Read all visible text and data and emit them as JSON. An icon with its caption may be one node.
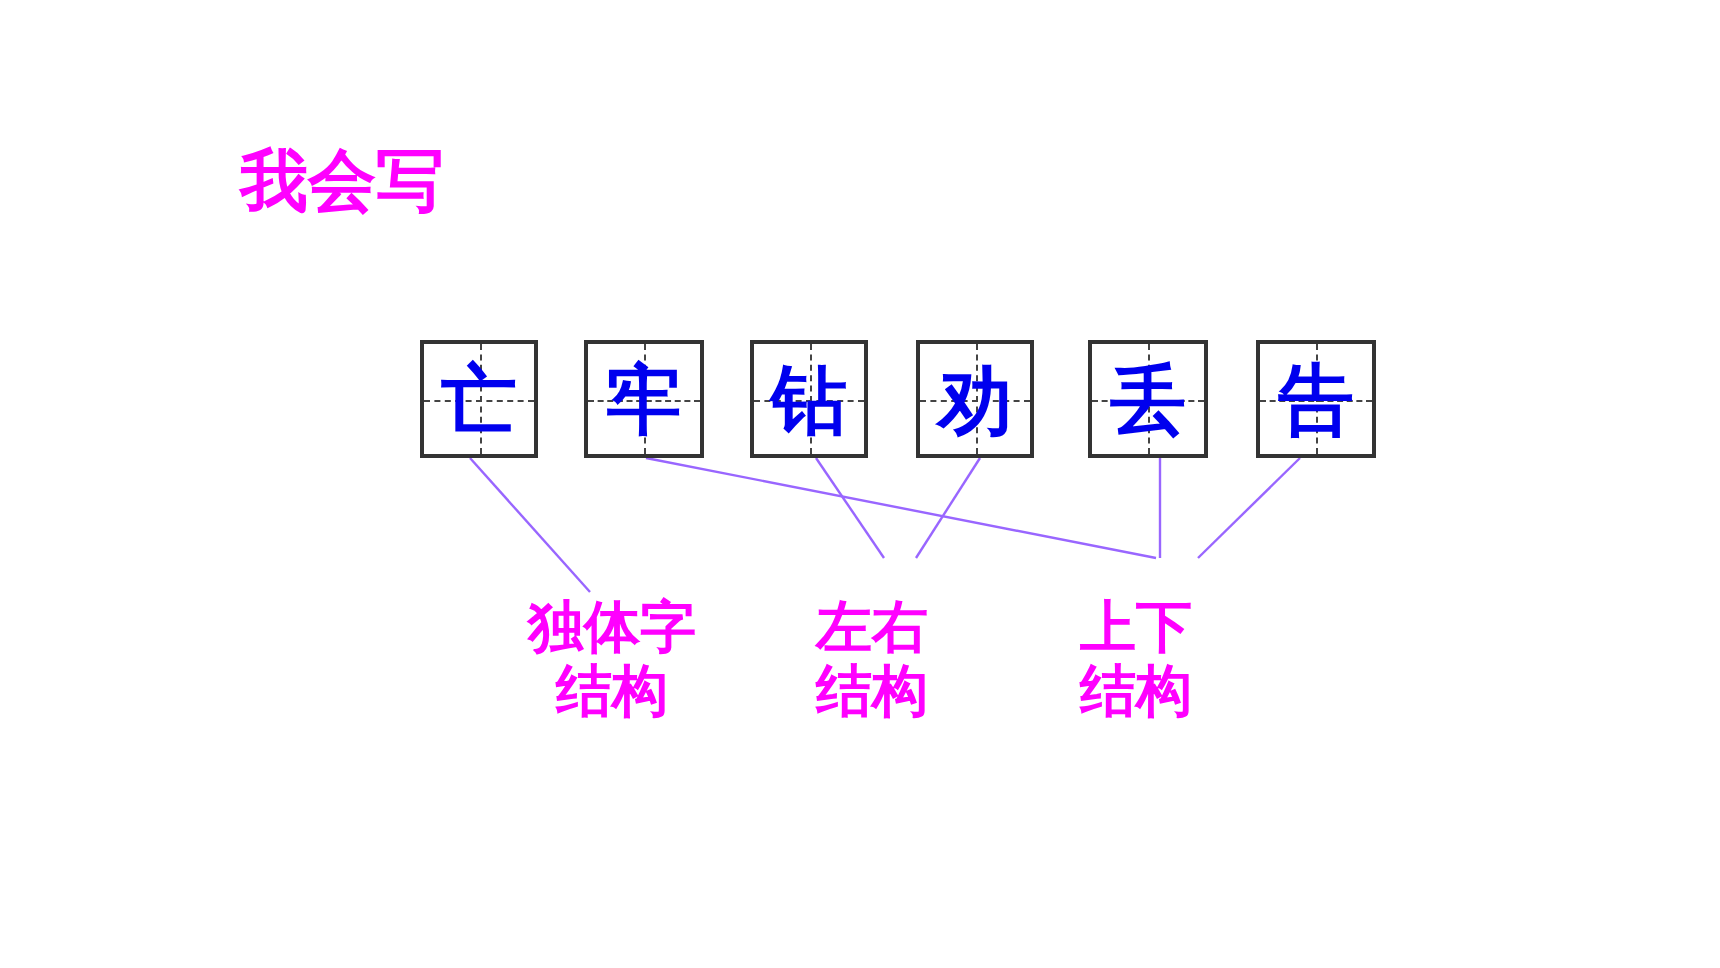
{
  "diagram": {
    "title": "我会写",
    "nodes": [
      {
        "text": [
          "亡"
        ]
      },
      {
        "text": [
          "牢"
        ]
      },
      {
        "text": [
          "钻"
        ]
      },
      {
        "text": [
          "劝"
        ]
      },
      {
        "text": [
          "丢"
        ]
      },
      {
        "text": [
          "告"
        ]
      },
      {
        "text": [
          "独体字结构"
        ]
      },
      {
        "text": [
          "左右结构"
        ]
      },
      {
        "text": [
          "上下结构"
        ]
      }
    ],
    "edges": [
      {
        "from": 0,
        "to": 6,
        "arrow": "none"
      },
      {
        "from": 1,
        "to": 8,
        "arrow": "none"
      },
      {
        "from": 2,
        "to": 7,
        "arrow": "none"
      },
      {
        "from": 3,
        "to": 7,
        "arrow": "none"
      },
      {
        "from": 4,
        "to": 8,
        "arrow": "none"
      },
      {
        "from": 5,
        "to": 8,
        "arrow": "none"
      }
    ]
  }
}
